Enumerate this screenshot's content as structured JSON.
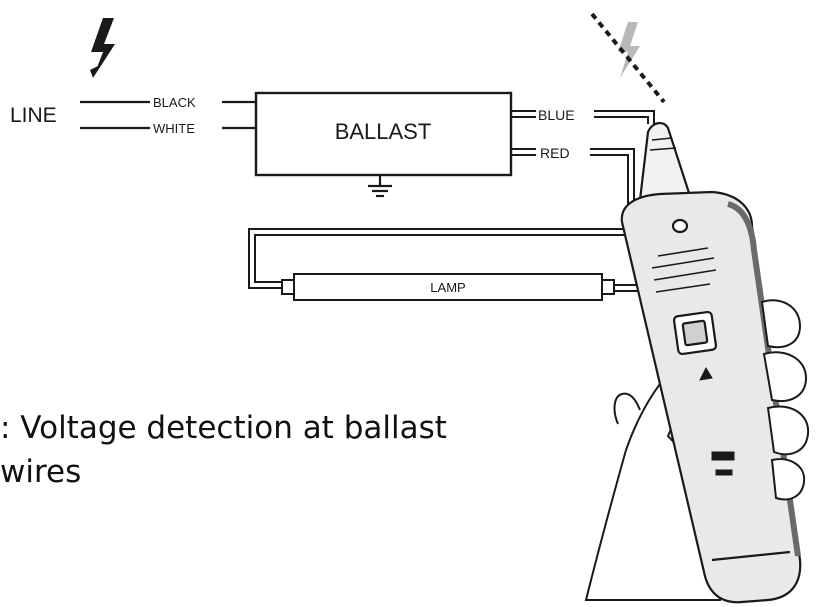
{
  "labels": {
    "line": "LINE",
    "black": "BLACK",
    "white": "WHITE",
    "ballast": "BALLAST",
    "blue": "BLUE",
    "red": "RED",
    "lamp": "LAMP"
  },
  "caption": {
    "line1": ": Voltage detection at ballast",
    "line2": "wires"
  },
  "icons": {
    "voltage": "lightning-bolt-icon",
    "ground": "ground-symbol-icon",
    "detector": "voltage-detector-pen"
  },
  "colors": {
    "ink": "#1a1a1a",
    "detector_body": "#e9e9e9",
    "detector_dark": "#6a6a6a",
    "faint_bolt": "#b8b8b8"
  }
}
